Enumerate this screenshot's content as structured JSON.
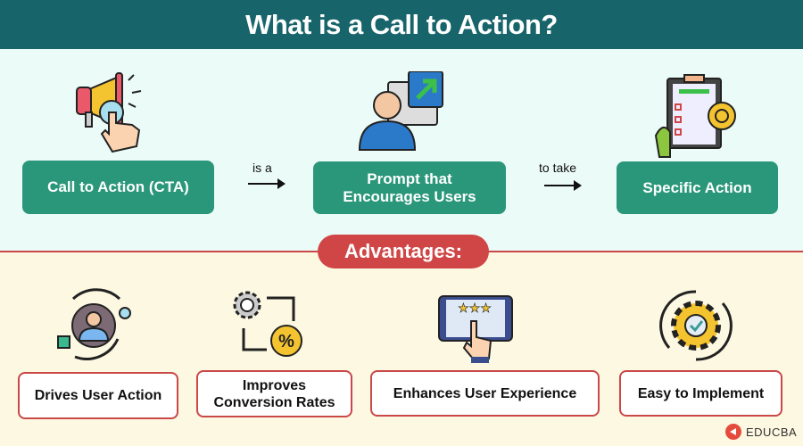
{
  "title": "What is a Call to Action?",
  "definition": {
    "boxes": [
      "Call to Action (CTA)",
      "Prompt that Encourages Users",
      "Specific Action"
    ],
    "box2_lines": [
      "Prompt that",
      "Encourages Users"
    ],
    "connectors": [
      "is a",
      "to take"
    ]
  },
  "advantages": {
    "heading": "Advantages:",
    "items": [
      {
        "label": "Drives User Action",
        "icon": "user-cycle-icon"
      },
      {
        "label_lines": [
          "Improves",
          "Conversion Rates"
        ],
        "icon": "gear-percent-icon"
      },
      {
        "label": "Enhances User Experience",
        "icon": "tablet-rating-icon"
      },
      {
        "label": "Easy to Implement",
        "icon": "gear-check-icon"
      }
    ]
  },
  "brand": "EDUCBA",
  "colors": {
    "header": "#17646b",
    "green": "#2a977a",
    "red": "#d04545",
    "upper_bg": "#ebfbf7",
    "lower_bg": "#fdf8e1"
  }
}
